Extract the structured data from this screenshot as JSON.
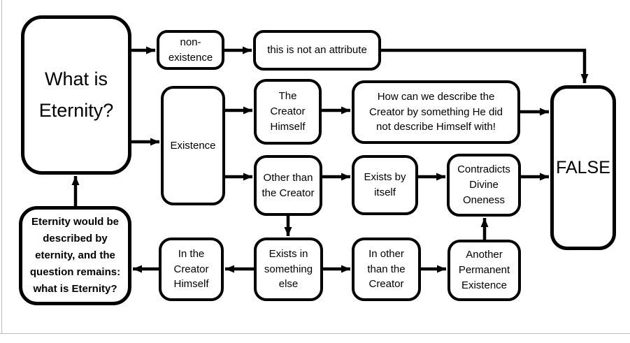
{
  "diagram": {
    "title": "What is Eternity?",
    "nodes": {
      "root": {
        "label": "What is\nEternity?"
      },
      "non_existence": {
        "label": "non-\nexistence"
      },
      "not_attribute": {
        "label": "this is not an attribute"
      },
      "existence": {
        "label": "Existence"
      },
      "creator_himself": {
        "label": "The\nCreator\nHimself"
      },
      "how_describe": {
        "label": "How can we describe the\nCreator by something He did\nnot describe Himself with!"
      },
      "other_than_creator": {
        "label": "Other than\nthe Creator"
      },
      "exists_by_itself": {
        "label": "Exists by\nitself"
      },
      "contradicts_oneness": {
        "label": "Contradicts\nDivine\nOneness"
      },
      "false_result": {
        "label": "FALSE"
      },
      "eternity_loop": {
        "label": "Eternity would be\ndescribed by\neternity, and the\nquestion remains:\nwhat is Eternity?"
      },
      "in_creator_himself": {
        "label": "In the\nCreator\nHimself"
      },
      "exists_in_else": {
        "label": "Exists in\nsomething\nelse"
      },
      "in_other_than_creator": {
        "label": "In other\nthan the\nCreator"
      },
      "another_permanent": {
        "label": "Another\nPermanent\nExistence"
      }
    },
    "edges": [
      {
        "from": "root",
        "to": "non_existence"
      },
      {
        "from": "non_existence",
        "to": "not_attribute"
      },
      {
        "from": "not_attribute",
        "to": "false_result"
      },
      {
        "from": "root",
        "to": "existence"
      },
      {
        "from": "existence",
        "to": "creator_himself"
      },
      {
        "from": "existence",
        "to": "other_than_creator"
      },
      {
        "from": "creator_himself",
        "to": "how_describe"
      },
      {
        "from": "how_describe",
        "to": "false_result"
      },
      {
        "from": "other_than_creator",
        "to": "exists_by_itself"
      },
      {
        "from": "exists_by_itself",
        "to": "contradicts_oneness"
      },
      {
        "from": "contradicts_oneness",
        "to": "false_result"
      },
      {
        "from": "other_than_creator",
        "to": "exists_in_else"
      },
      {
        "from": "exists_in_else",
        "to": "in_creator_himself"
      },
      {
        "from": "in_creator_himself",
        "to": "eternity_loop"
      },
      {
        "from": "exists_in_else",
        "to": "in_other_than_creator"
      },
      {
        "from": "in_other_than_creator",
        "to": "another_permanent"
      },
      {
        "from": "another_permanent",
        "to": "contradicts_oneness"
      },
      {
        "from": "eternity_loop",
        "to": "root"
      }
    ],
    "colors": {
      "line": "#000000",
      "node_fill": "#ffffff",
      "canvas_edge": "#bdbdbd"
    }
  }
}
